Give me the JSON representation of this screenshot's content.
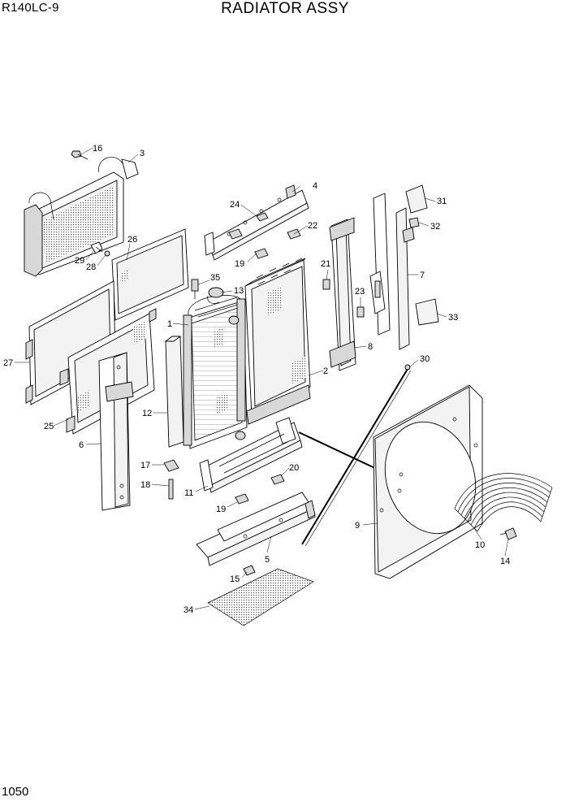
{
  "header": {
    "model": "R140LC-9",
    "title": "RADIATOR ASSY"
  },
  "footer": {
    "page_number": "1050"
  },
  "callouts": {
    "c1": "1",
    "c2": "2",
    "c3": "3",
    "c4": "4",
    "c5": "5",
    "c6": "6",
    "c7": "7",
    "c8": "8",
    "c9": "9",
    "c10": "10",
    "c11": "11",
    "c12": "12",
    "c13": "13",
    "c14": "14",
    "c15": "15",
    "c16": "16",
    "c17": "17",
    "c18": "18",
    "c19a": "19",
    "c19b": "19",
    "c20": "20",
    "c21": "21",
    "c22": "22",
    "c23": "23",
    "c24": "24",
    "c25": "25",
    "c26": "26",
    "c27": "27",
    "c28": "28",
    "c29": "29",
    "c30": "30",
    "c31": "31",
    "c32": "32",
    "c33": "33",
    "c34": "34",
    "c35": "35"
  }
}
